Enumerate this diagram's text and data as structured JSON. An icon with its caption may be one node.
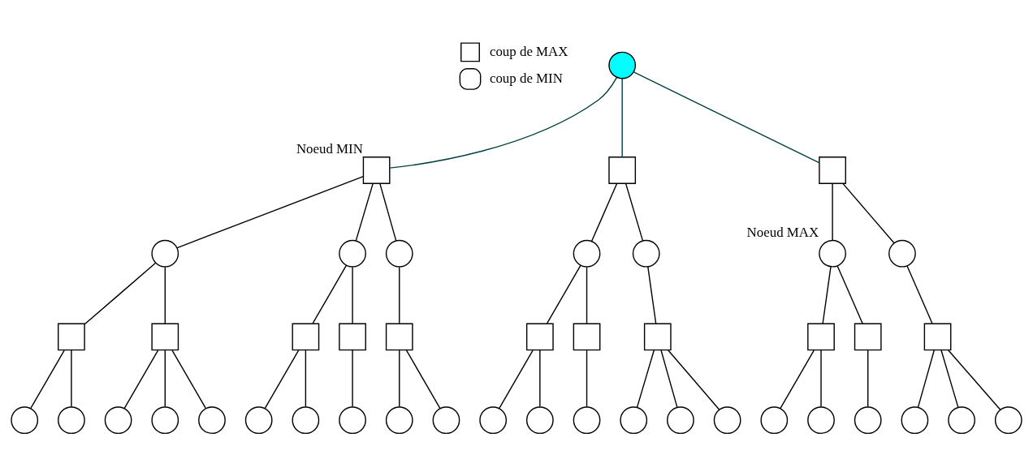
{
  "diagram": {
    "nodes": [
      {
        "text": [],
        "shape": "circle"
      },
      {
        "text": [],
        "shape": "box",
        "beside": [
          "Noeud MIN"
        ]
      },
      {
        "text": [],
        "shape": "box"
      },
      {
        "text": [],
        "shape": "box"
      },
      {
        "text": [],
        "shape": "circle"
      },
      {
        "text": [],
        "shape": "circle"
      },
      {
        "text": [],
        "shape": "circle"
      },
      {
        "text": [],
        "shape": "circle"
      },
      {
        "text": [],
        "shape": "circle"
      },
      {
        "text": [],
        "shape": "circle",
        "beside": [
          "Noeud MAX"
        ]
      },
      {
        "text": [],
        "shape": "circle"
      },
      {
        "text": [],
        "shape": "box"
      },
      {
        "text": [],
        "shape": "box"
      },
      {
        "text": [],
        "shape": "box"
      },
      {
        "text": [],
        "shape": "box"
      },
      {
        "text": [],
        "shape": "box"
      },
      {
        "text": [],
        "shape": "box"
      },
      {
        "text": [],
        "shape": "box"
      },
      {
        "text": [],
        "shape": "box"
      },
      {
        "text": [],
        "shape": "box"
      },
      {
        "text": [],
        "shape": "box"
      },
      {
        "text": [],
        "shape": "box"
      },
      {
        "text": [],
        "shape": "circle"
      },
      {
        "text": [],
        "shape": "circle"
      },
      {
        "text": [],
        "shape": "circle"
      },
      {
        "text": [],
        "shape": "circle"
      },
      {
        "text": [],
        "shape": "circle"
      },
      {
        "text": [],
        "shape": "circle"
      },
      {
        "text": [],
        "shape": "circle"
      },
      {
        "text": [],
        "shape": "circle"
      },
      {
        "text": [],
        "shape": "circle"
      },
      {
        "text": [],
        "shape": "circle"
      },
      {
        "text": [],
        "shape": "circle"
      },
      {
        "text": [],
        "shape": "circle"
      },
      {
        "text": [],
        "shape": "circle"
      },
      {
        "text": [],
        "shape": "circle"
      },
      {
        "text": [],
        "shape": "circle"
      },
      {
        "text": [],
        "shape": "circle"
      },
      {
        "text": [],
        "shape": "circle"
      },
      {
        "text": [],
        "shape": "circle"
      },
      {
        "text": [],
        "shape": "circle"
      },
      {
        "text": [],
        "shape": "circle"
      },
      {
        "text": [],
        "shape": "circle"
      },
      {
        "text": [],
        "shape": "circle"
      }
    ],
    "edges": [
      {
        "from": 0,
        "to": 1,
        "arrow": "none",
        "color": "#003f3f"
      },
      {
        "from": 0,
        "to": 2,
        "arrow": "none",
        "color": "#003f3f"
      },
      {
        "from": 0,
        "to": 3,
        "arrow": "none",
        "color": "#003f3f"
      },
      {
        "from": 1,
        "to": 4,
        "arrow": "none"
      },
      {
        "from": 1,
        "to": 5,
        "arrow": "none"
      },
      {
        "from": 1,
        "to": 6,
        "arrow": "none"
      },
      {
        "from": 2,
        "to": 7,
        "arrow": "none"
      },
      {
        "from": 2,
        "to": 8,
        "arrow": "none"
      },
      {
        "from": 3,
        "to": 9,
        "arrow": "none"
      },
      {
        "from": 3,
        "to": 10,
        "arrow": "none"
      },
      {
        "from": 4,
        "to": 11,
        "arrow": "none"
      },
      {
        "from": 4,
        "to": 12,
        "arrow": "none"
      },
      {
        "from": 5,
        "to": 13,
        "arrow": "none"
      },
      {
        "from": 5,
        "to": 14,
        "arrow": "none"
      },
      {
        "from": 6,
        "to": 15,
        "arrow": "none"
      },
      {
        "from": 7,
        "to": 16,
        "arrow": "none"
      },
      {
        "from": 7,
        "to": 17,
        "arrow": "none"
      },
      {
        "from": 8,
        "to": 18,
        "arrow": "none"
      },
      {
        "from": 9,
        "to": 19,
        "arrow": "none"
      },
      {
        "from": 9,
        "to": 20,
        "arrow": "none"
      },
      {
        "from": 10,
        "to": 21,
        "arrow": "none"
      },
      {
        "from": 11,
        "to": 22,
        "arrow": "none"
      },
      {
        "from": 11,
        "to": 23,
        "arrow": "none"
      },
      {
        "from": 12,
        "to": 24,
        "arrow": "none"
      },
      {
        "from": 12,
        "to": 25,
        "arrow": "none"
      },
      {
        "from": 12,
        "to": 26,
        "arrow": "none"
      },
      {
        "from": 13,
        "to": 27,
        "arrow": "none"
      },
      {
        "from": 13,
        "to": 28,
        "arrow": "none"
      },
      {
        "from": 14,
        "to": 29,
        "arrow": "none"
      },
      {
        "from": 15,
        "to": 30,
        "arrow": "none"
      },
      {
        "from": 15,
        "to": 31,
        "arrow": "none"
      },
      {
        "from": 16,
        "to": 32,
        "arrow": "none"
      },
      {
        "from": 16,
        "to": 33,
        "arrow": "none"
      },
      {
        "from": 17,
        "to": 34,
        "arrow": "none"
      },
      {
        "from": 18,
        "to": 35,
        "arrow": "none"
      },
      {
        "from": 18,
        "to": 36,
        "arrow": "none"
      },
      {
        "from": 18,
        "to": 37,
        "arrow": "none"
      },
      {
        "from": 19,
        "to": 38,
        "arrow": "none"
      },
      {
        "from": 19,
        "to": 39,
        "arrow": "none"
      },
      {
        "from": 20,
        "to": 40,
        "arrow": "none"
      },
      {
        "from": 21,
        "to": 41,
        "arrow": "none"
      },
      {
        "from": 21,
        "to": 42,
        "arrow": "none"
      },
      {
        "from": 21,
        "to": 43,
        "arrow": "none"
      }
    ],
    "legend": [
      {
        "text": "coup de MAX"
      },
      {
        "text": "coup de MIN"
      }
    ]
  }
}
